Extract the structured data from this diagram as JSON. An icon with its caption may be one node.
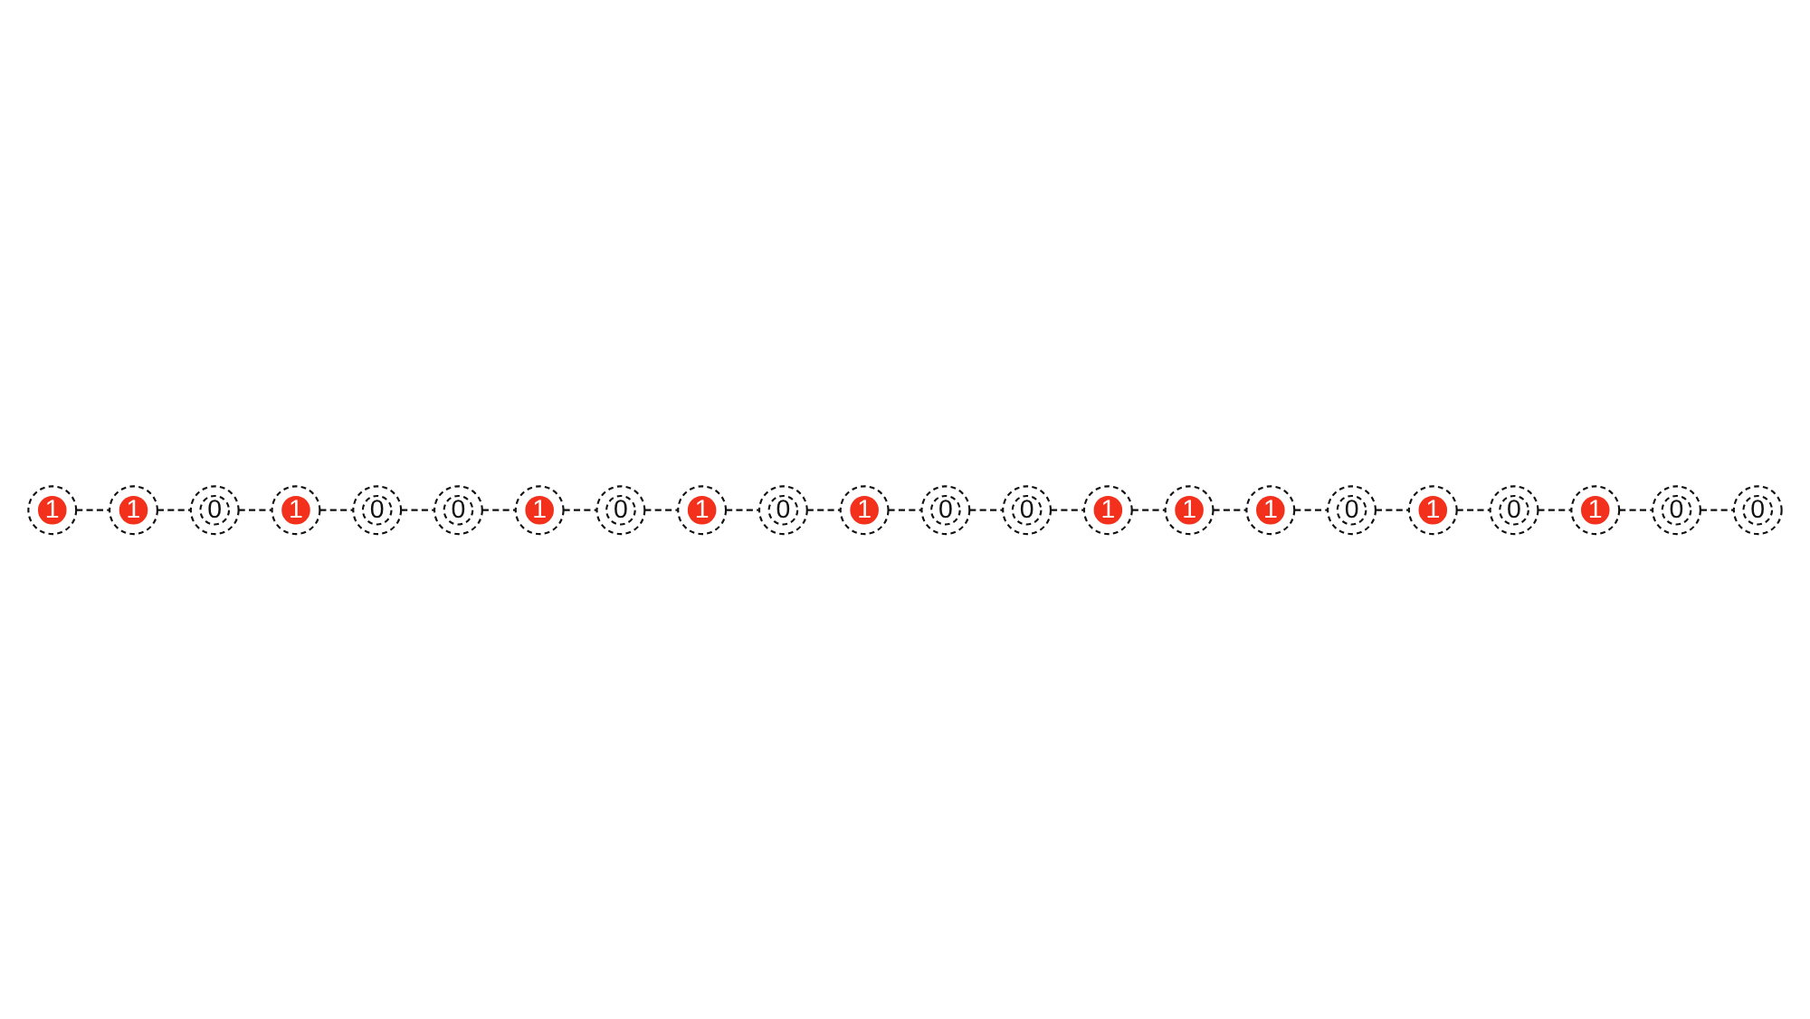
{
  "diagram": {
    "nodes": [
      {
        "text": [
          "1"
        ]
      },
      {
        "text": [
          "1"
        ]
      },
      {
        "text": [
          "0"
        ]
      },
      {
        "text": [
          "1"
        ]
      },
      {
        "text": [
          "0"
        ]
      },
      {
        "text": [
          "0"
        ]
      },
      {
        "text": [
          "1"
        ]
      },
      {
        "text": [
          "0"
        ]
      },
      {
        "text": [
          "1"
        ]
      },
      {
        "text": [
          "0"
        ]
      },
      {
        "text": [
          "1"
        ]
      },
      {
        "text": [
          "0"
        ]
      },
      {
        "text": [
          "0"
        ]
      },
      {
        "text": [
          "1"
        ]
      },
      {
        "text": [
          "1"
        ]
      },
      {
        "text": [
          "1"
        ]
      },
      {
        "text": [
          "0"
        ]
      },
      {
        "text": [
          "1"
        ]
      },
      {
        "text": [
          "0"
        ]
      },
      {
        "text": [
          "1"
        ]
      },
      {
        "text": [
          "0"
        ]
      },
      {
        "text": [
          "0"
        ]
      }
    ],
    "edges": [
      {
        "from": 0,
        "to": 1,
        "arrow": "none",
        "style": "dashed"
      },
      {
        "from": 1,
        "to": 2,
        "arrow": "none",
        "style": "dashed"
      },
      {
        "from": 2,
        "to": 3,
        "arrow": "none",
        "style": "dashed"
      },
      {
        "from": 3,
        "to": 4,
        "arrow": "none",
        "style": "dashed"
      },
      {
        "from": 4,
        "to": 5,
        "arrow": "none",
        "style": "dashed"
      },
      {
        "from": 5,
        "to": 6,
        "arrow": "none",
        "style": "dashed"
      },
      {
        "from": 6,
        "to": 7,
        "arrow": "none",
        "style": "dashed"
      },
      {
        "from": 7,
        "to": 8,
        "arrow": "none",
        "style": "dashed"
      },
      {
        "from": 8,
        "to": 9,
        "arrow": "none",
        "style": "dashed"
      },
      {
        "from": 9,
        "to": 10,
        "arrow": "none",
        "style": "dashed"
      },
      {
        "from": 10,
        "to": 11,
        "arrow": "none",
        "style": "dashed"
      },
      {
        "from": 11,
        "to": 12,
        "arrow": "none",
        "style": "dashed"
      },
      {
        "from": 12,
        "to": 13,
        "arrow": "none",
        "style": "dashed"
      },
      {
        "from": 13,
        "to": 14,
        "arrow": "none",
        "style": "dashed"
      },
      {
        "from": 14,
        "to": 15,
        "arrow": "none",
        "style": "dashed"
      },
      {
        "from": 15,
        "to": 16,
        "arrow": "none",
        "style": "dashed"
      },
      {
        "from": 16,
        "to": 17,
        "arrow": "none",
        "style": "dashed"
      },
      {
        "from": 17,
        "to": 18,
        "arrow": "none",
        "style": "dashed"
      },
      {
        "from": 18,
        "to": 19,
        "arrow": "none",
        "style": "dashed"
      },
      {
        "from": 19,
        "to": 20,
        "arrow": "none",
        "style": "dashed"
      },
      {
        "from": 20,
        "to": 21,
        "arrow": "none",
        "style": "dashed"
      }
    ]
  }
}
